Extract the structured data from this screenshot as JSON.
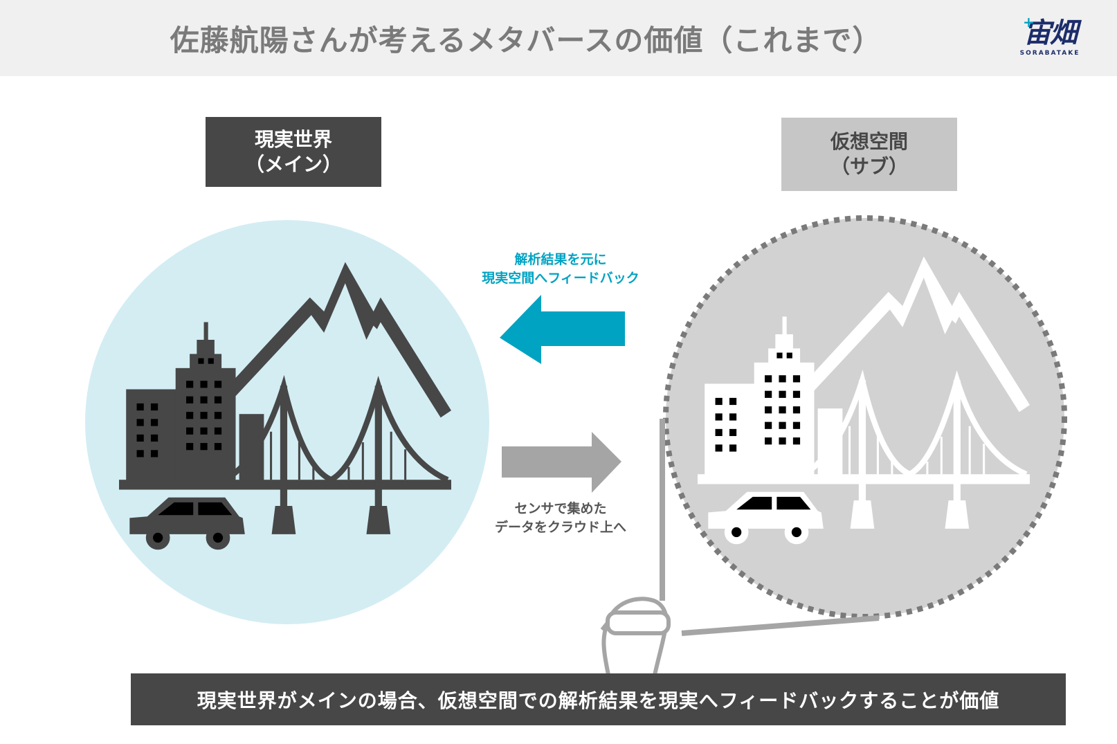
{
  "header": {
    "title": "佐藤航陽さんが考えるメタバースの価値（これまで）",
    "logo_mark": "宙畑",
    "logo_sub": "SORABATAKE"
  },
  "real_world": {
    "label_line1": "現実世界",
    "label_line2": "（メイン）",
    "circle_color": "#d3edf3",
    "icon_color": "#474747"
  },
  "virtual_space": {
    "label_line1": "仮想空間",
    "label_line2": "（サブ）",
    "circle_color": "#d2d2d2",
    "icon_color": "#ffffff"
  },
  "flows": {
    "feedback_line1": "解析結果を元に",
    "feedback_line2": "現実空間へフィードバック",
    "feedback_color": "#00a3c2",
    "sensor_line1": "センサで集めた",
    "sensor_line2": "データをクラウド上へ",
    "sensor_color": "#a5a5a5"
  },
  "icons": [
    "city-buildings-icon",
    "mountain-icon",
    "bridge-icon",
    "car-icon",
    "vr-headset-user-icon"
  ],
  "conclusion": "現実世界がメインの場合、仮想空間での解析結果を現実へフィードバックすることが価値"
}
